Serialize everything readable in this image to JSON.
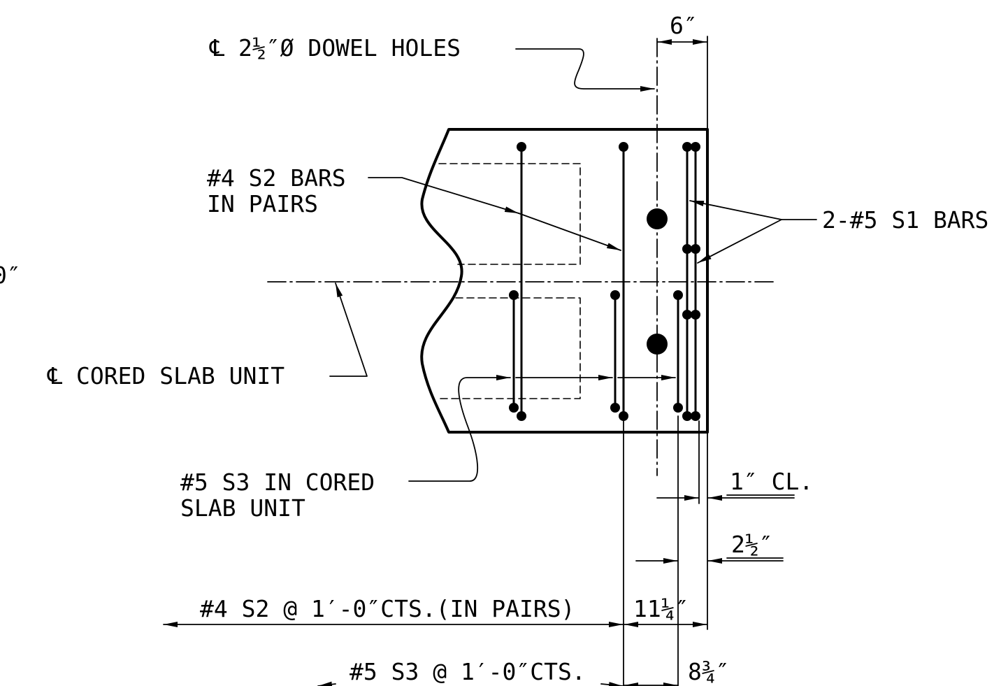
{
  "labels": {
    "dowel_holes": "℄ 2½″Ø DOWEL HOLES",
    "six_in": "6″",
    "s2_bars_l1": "#4 S2 BARS",
    "s2_bars_l2": "IN PAIRS",
    "s1_bars": "2-#5 S1 BARS",
    "cored_slab_unit": "℄ CORED SLAB UNIT",
    "s3_l1": "#5 S3 IN CORED",
    "s3_l2": "SLAB UNIT",
    "one_in_cl": "1″ CL.",
    "two_half": "2½″",
    "s2_spacing": "#4 S2 @ 1′-0″CTS.(IN PAIRS)",
    "eleven_quarter": "11¼″",
    "s3_spacing": "#5 S3 @ 1′-0″CTS.",
    "eight_three_quarter": "8¾″",
    "edge_fragment": "0″"
  }
}
